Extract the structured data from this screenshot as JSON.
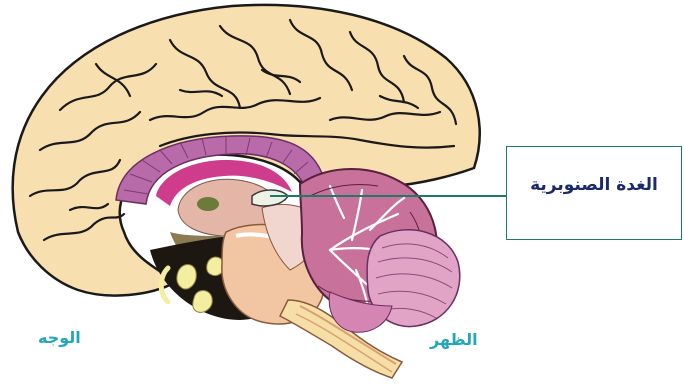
{
  "labels": {
    "pineal_gland": "الغدة الصنوبرية",
    "front": "الوجه",
    "back": "الظهر"
  },
  "colors": {
    "cortex": "#f7dfb0",
    "cortex_outline": "#1a1a1a",
    "corpus_callosum": "#b96aa8",
    "cerebellum": "#c8719a",
    "pons": "#f3c6a3",
    "callout_line": "#1f7a6a",
    "label_text": "#1b2a6b",
    "orientation_text": "#22a8b8"
  }
}
